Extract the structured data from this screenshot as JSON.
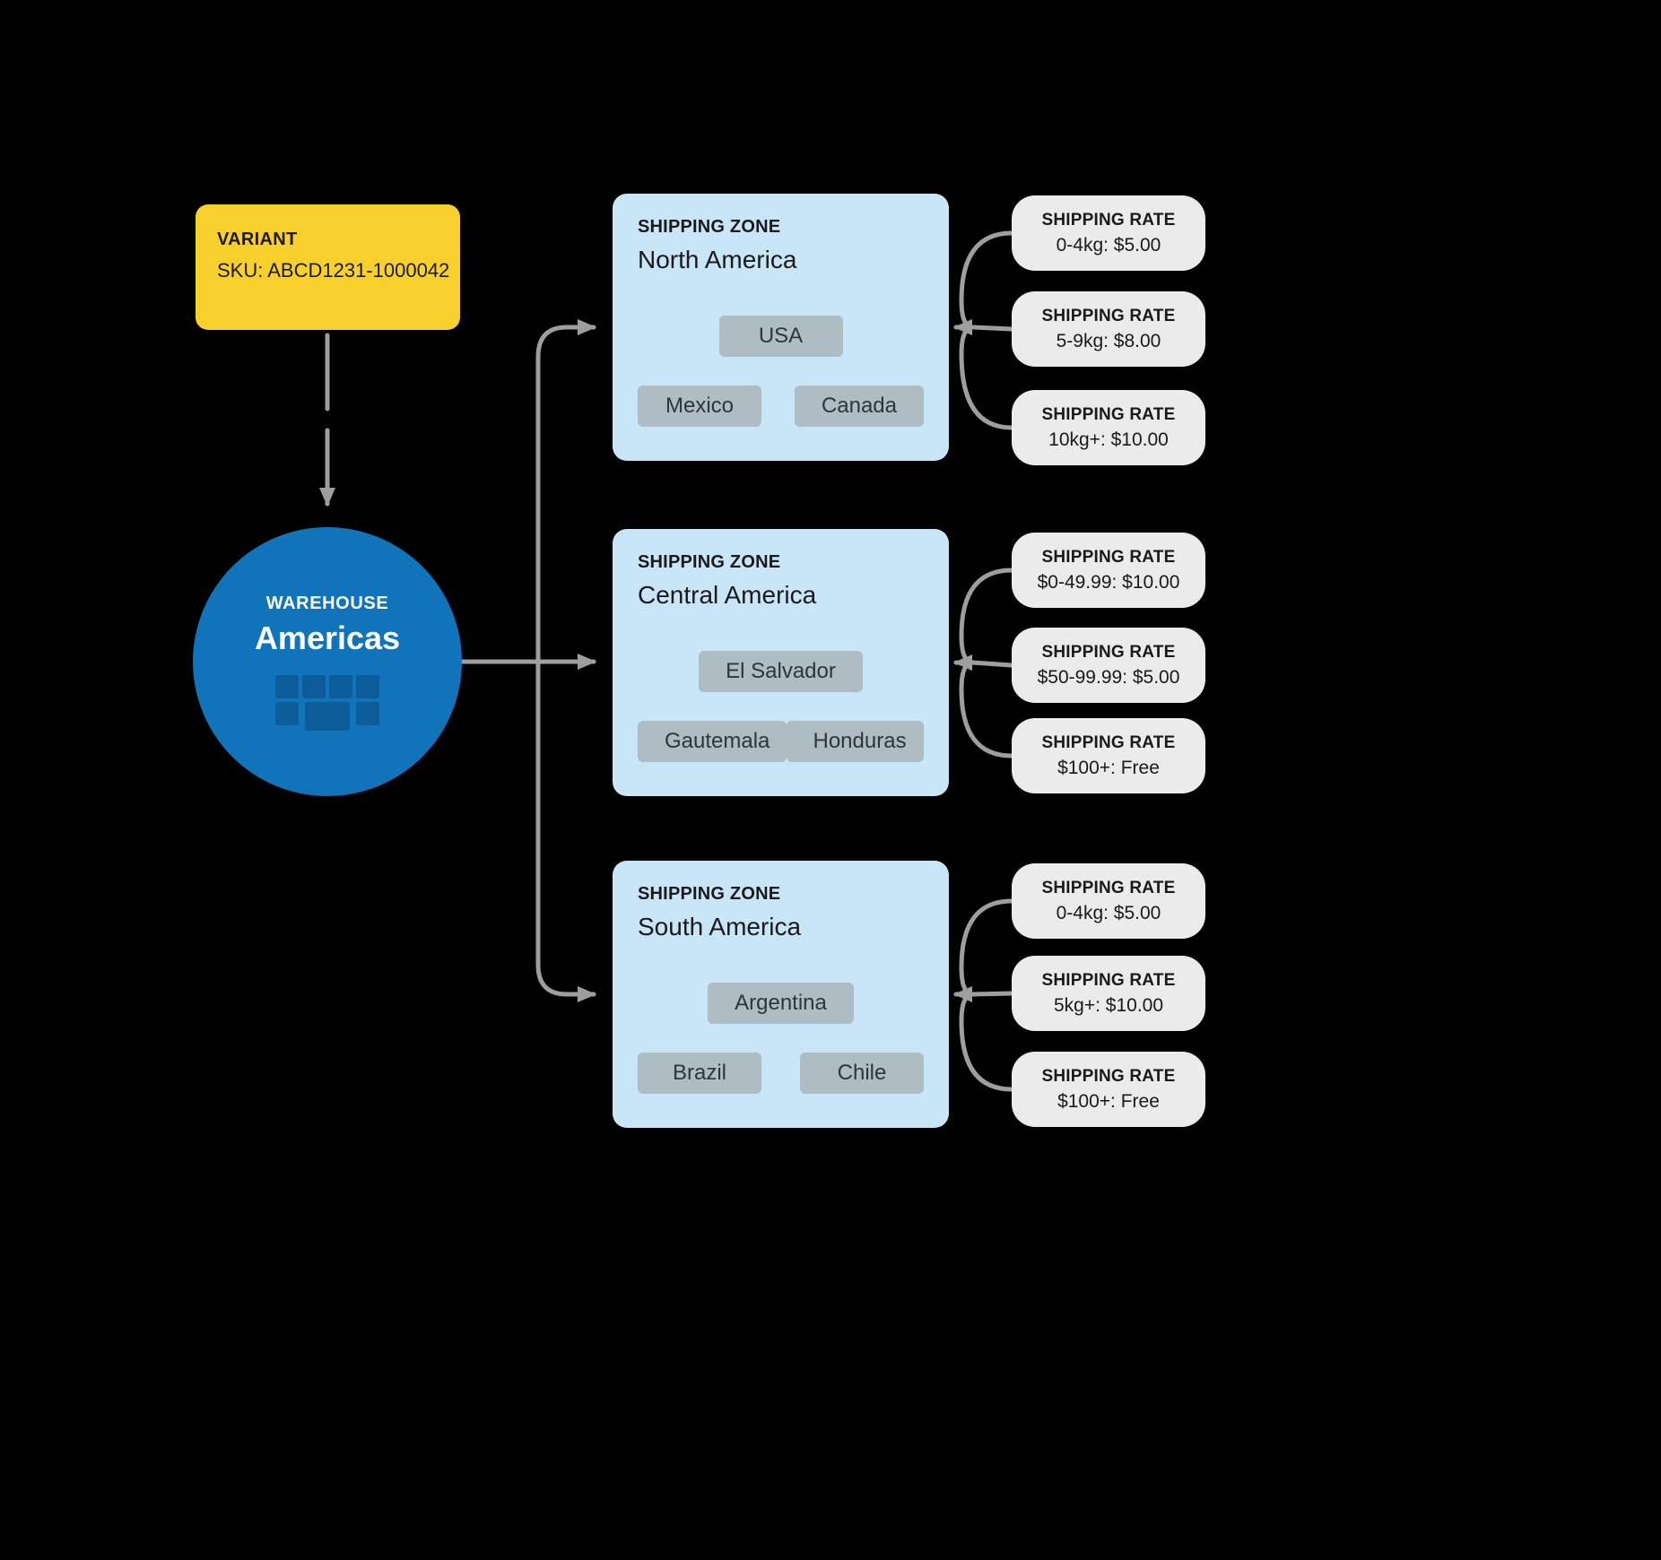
{
  "variant": {
    "label": "VARIANT",
    "sku": "SKU: ABCD1231-1000042"
  },
  "warehouse": {
    "label": "WAREHOUSE",
    "name": "Americas"
  },
  "zones": [
    {
      "label": "SHIPPING ZONE",
      "name": "North America",
      "countries": [
        "USA",
        "Mexico",
        "Canada"
      ],
      "rates": [
        {
          "label": "SHIPPING RATE",
          "value": "0-4kg: $5.00"
        },
        {
          "label": "SHIPPING RATE",
          "value": "5-9kg: $8.00"
        },
        {
          "label": "SHIPPING RATE",
          "value": "10kg+: $10.00"
        }
      ]
    },
    {
      "label": "SHIPPING ZONE",
      "name": "Central America",
      "countries": [
        "El Salvador",
        "Gautemala",
        "Honduras"
      ],
      "rates": [
        {
          "label": "SHIPPING RATE",
          "value": "$0-49.99: $10.00"
        },
        {
          "label": "SHIPPING RATE",
          "value": "$50-99.99: $5.00"
        },
        {
          "label": "SHIPPING RATE",
          "value": "$100+: Free"
        }
      ]
    },
    {
      "label": "SHIPPING ZONE",
      "name": "South America",
      "countries": [
        "Argentina",
        "Brazil",
        "Chile"
      ],
      "rates": [
        {
          "label": "SHIPPING RATE",
          "value": "0-4kg: $5.00"
        },
        {
          "label": "SHIPPING RATE",
          "value": "5kg+: $10.00"
        },
        {
          "label": "SHIPPING RATE",
          "value": "$100+: Free"
        }
      ]
    }
  ],
  "colors": {
    "background": "#000000",
    "variant_yellow": "#F8D02C",
    "warehouse_blue": "#1173B9",
    "warehouse_icon_blue": "#0B5C99",
    "zone_light_blue": "#C9E5F8",
    "country_chip_gray": "#AEBCC3",
    "rate_gray": "#EBEBEB",
    "connector_gray": "#9E9E9E"
  }
}
